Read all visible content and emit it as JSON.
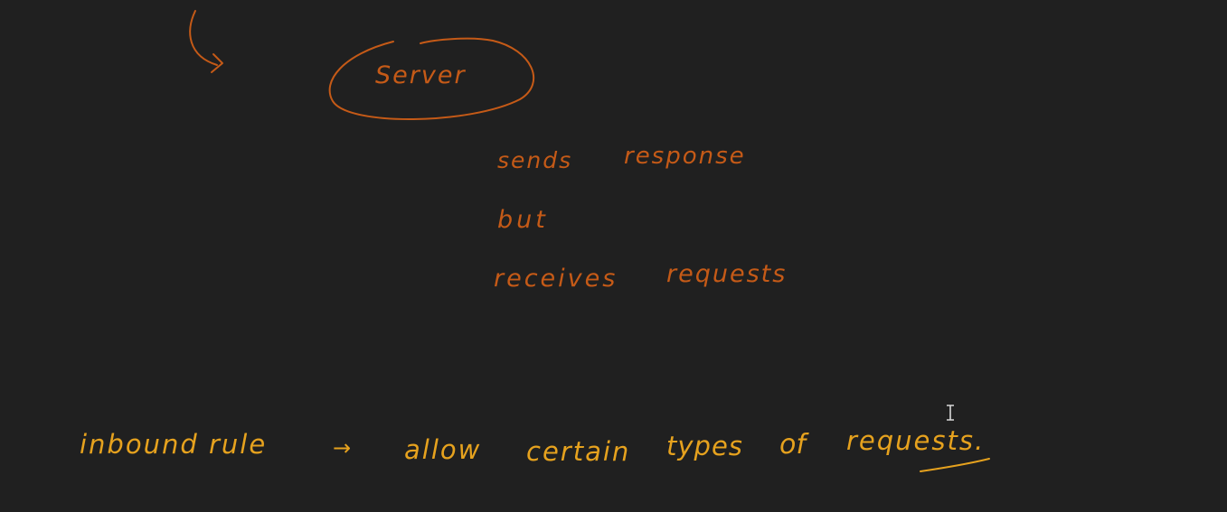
{
  "colors": {
    "background": "#202020",
    "orange_ink": "#c55a17",
    "yellow_ink": "#e6a21e",
    "cursor": "#d8d8d8"
  },
  "notes": {
    "server_label": "Server",
    "sends": "sends",
    "response": "response",
    "but": "but",
    "receives": "receives",
    "requests": "requests",
    "inbound_rule": "inbound rule",
    "arrow": "→",
    "allow": "allow",
    "certain": "certain",
    "types": "types",
    "of": "of",
    "requests_underlined": "requests."
  },
  "cursor": {
    "icon": "text-ibeam-icon"
  }
}
